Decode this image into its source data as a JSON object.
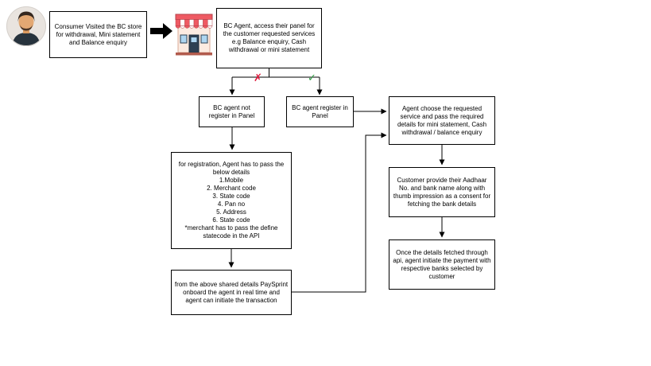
{
  "page": {
    "background": "#ffffff"
  },
  "diagram": {
    "nodes": {
      "consumer_visit": {
        "text": "Consumer Visited the BC store for withdrawal, Mini statement and Balance enquiry"
      },
      "agent_panel": {
        "text": "BC Agent, access their panel for the customer requested services e.g Balance enquiry, Cash withdrawal or mini statement"
      },
      "not_registered": {
        "text": "BC agent not register in Panel"
      },
      "registered": {
        "text": "BC agent register in Panel"
      },
      "choose_service": {
        "text": "Agent choose the requested service and pass the required details for mini statement, Cash withdrawal / balance enquiry"
      },
      "registration_details": {
        "text": "for registration, Agent has to pass the below details\n1.Mobile\n2. Merchant code\n3. State code\n4. Pan no\n5. Address\n6. State code\n*merchant has to pass the define statecode in the API"
      },
      "onboarding": {
        "text": "from the above shared details PaySprint onboard the agent in real time and agent can initiate the transaction"
      },
      "customer_details": {
        "text": "Customer provide their Aadhaar No. and bank name along with thumb impression as a consent for fetching the bank details"
      },
      "initiate_payment": {
        "text": "Once the details fetched through api, agent initiate the payment with respective banks selected by customer"
      }
    },
    "icons": {
      "cross": "✗",
      "check": "✓",
      "consumer_avatar": "person-avatar",
      "store": "bc-store",
      "flow_arrow": "right-arrow"
    },
    "colors": {
      "cross": "#e0193c",
      "check": "#2f9e44",
      "line": "#000000",
      "box_border": "#000000",
      "box_background": "#ffffff"
    }
  }
}
